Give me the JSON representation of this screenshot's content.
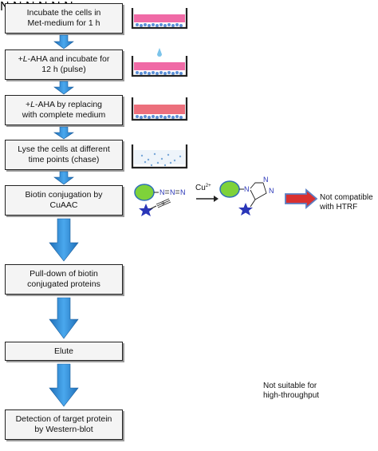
{
  "steps": [
    {
      "line1": "Incubate the cells in",
      "line2": "Met-medium for 1 h"
    },
    {
      "line1": "+L-AHA and incubate for",
      "line2": "12 h (pulse)"
    },
    {
      "line1": "+L-AHA by replacing",
      "line2": "with complete medium"
    },
    {
      "line1": "Lyse the cells at different",
      "line2": "time points (chase)"
    },
    {
      "line1": "Biotin conjugation by",
      "line2": "CuAAC"
    },
    {
      "line1": "Pull-down of biotin",
      "line2": "conjugated proteins"
    },
    {
      "line1": "Elute",
      "line2": ""
    },
    {
      "line1": "Detection of target protein",
      "line2": "by Western-blot"
    }
  ],
  "labels": {
    "catalyst": "Cu",
    "catalyst_sup": "2+",
    "triazole_n": "N",
    "not_compatible": [
      "Not compatible",
      "with HTRF"
    ],
    "not_suitable": [
      "Not suitable for",
      "high-throughput"
    ]
  },
  "colors": {
    "arrow_blue": "#2f8fd8",
    "green": "#7ed23a",
    "orange": "#ee7a36",
    "star_blue": "#2a36b8",
    "dish_pink": "#f06aa6",
    "red_arrow": "#d93030"
  }
}
